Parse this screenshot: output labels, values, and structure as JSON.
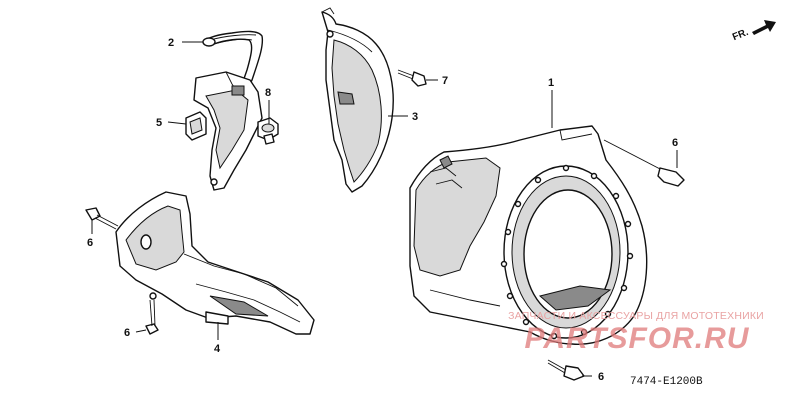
{
  "callouts": [
    {
      "id": "c1",
      "text": "1"
    },
    {
      "id": "c2",
      "text": "2"
    },
    {
      "id": "c3",
      "text": "3"
    },
    {
      "id": "c4",
      "text": "4"
    },
    {
      "id": "c5",
      "text": "5"
    },
    {
      "id": "c6a",
      "text": "6"
    },
    {
      "id": "c6b",
      "text": "6"
    },
    {
      "id": "c6c",
      "text": "6"
    },
    {
      "id": "c6d",
      "text": "6"
    },
    {
      "id": "c7",
      "text": "7"
    },
    {
      "id": "c8",
      "text": "8"
    }
  ],
  "orientation_label": "FR.",
  "diagram_code": "7474-E1200B",
  "watermark": {
    "caption": "ЗАПЧАСТИ И АКСЕССУАРЫ ДЛЯ МОТОТЕХНИКИ",
    "logo": "PARTSFOR.RU"
  }
}
